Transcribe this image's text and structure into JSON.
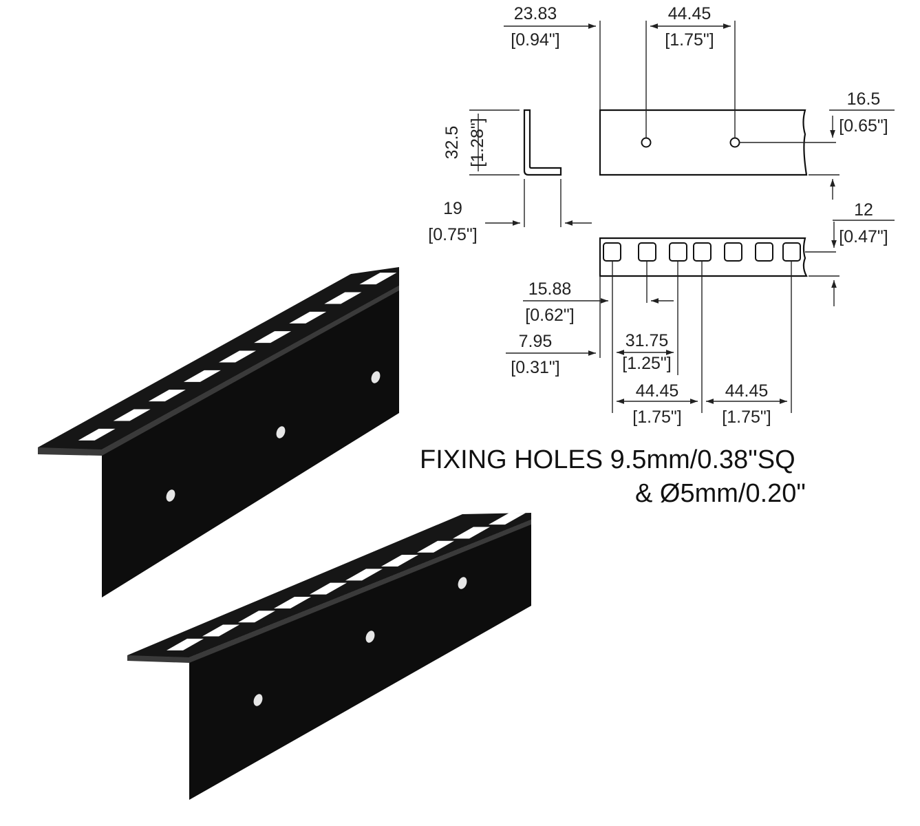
{
  "dimensions": {
    "top_edge_to_hole_mm": "23.83",
    "top_edge_to_hole_in": "[0.94\"]",
    "top_hole_pitch_mm": "44.45",
    "top_hole_pitch_in": "[1.75\"]",
    "round_hole_offset_mm": "16.5",
    "round_hole_offset_in": "[0.65\"]",
    "profile_height_mm": "32.5",
    "profile_height_in": "[1.28\"]",
    "profile_width_mm": "19",
    "profile_width_in": "[0.75\"]",
    "square_hole_row_mm": "12",
    "square_hole_row_in": "[0.47\"]",
    "first_square_mm": "15.88",
    "first_square_in": "[0.62\"]",
    "edge_to_square_mm": "7.95",
    "edge_to_square_in": "[0.31\"]",
    "square_group_mm": "31.75",
    "square_group_in": "[1.25\"]",
    "unit_pitch_1_mm": "44.45",
    "unit_pitch_1_in": "[1.75\"]",
    "unit_pitch_2_mm": "44.45",
    "unit_pitch_2_in": "[1.75\"]"
  },
  "caption": {
    "line1": "FIXING HOLES  9.5mm/0.38\"SQ",
    "line2": "& Ø5mm/0.20\""
  },
  "colors": {
    "rail": "#0d0d0d",
    "rail_edge": "#3a3a3a",
    "holes": "#ffffff",
    "drawing": "#222222"
  }
}
